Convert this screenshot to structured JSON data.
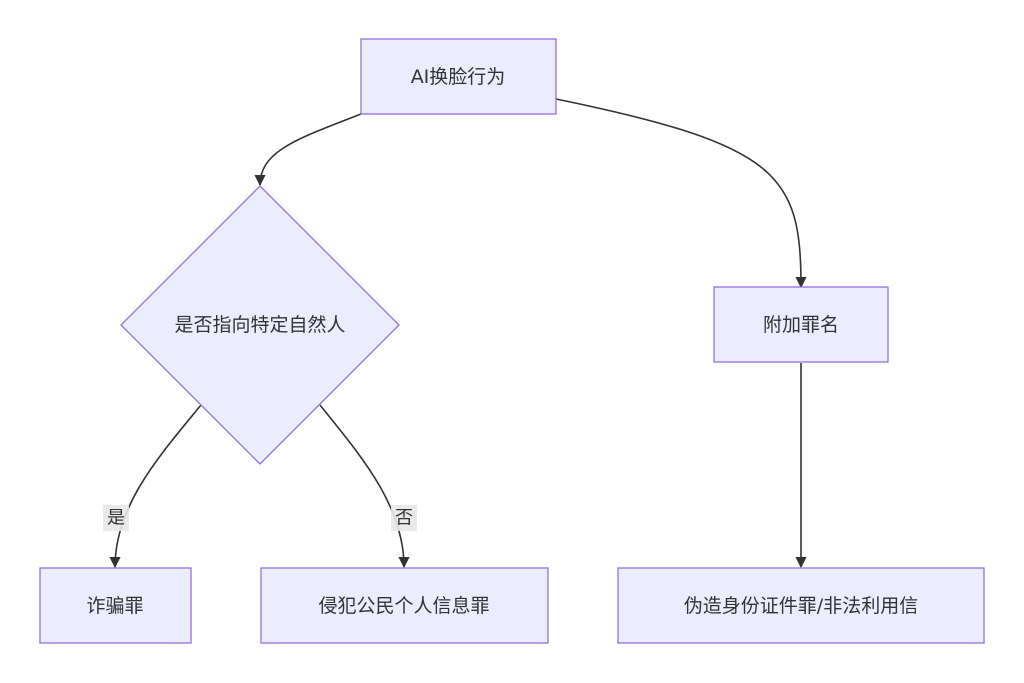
{
  "nodes": {
    "root": "AI换脸行为",
    "decision": "是否指向特定自然人",
    "extra": "附加罪名",
    "fraud": "诈骗罪",
    "privacy": "侵犯公民个人信息罪",
    "forgery": "伪造身份证件罪/非法利用信"
  },
  "edges": {
    "yes_label": "是",
    "no_label": "否"
  },
  "colors": {
    "node_fill": "#ECECFF",
    "node_stroke": "#9370DB",
    "edge": "#333333",
    "label_bg": "#e8e8e8"
  }
}
